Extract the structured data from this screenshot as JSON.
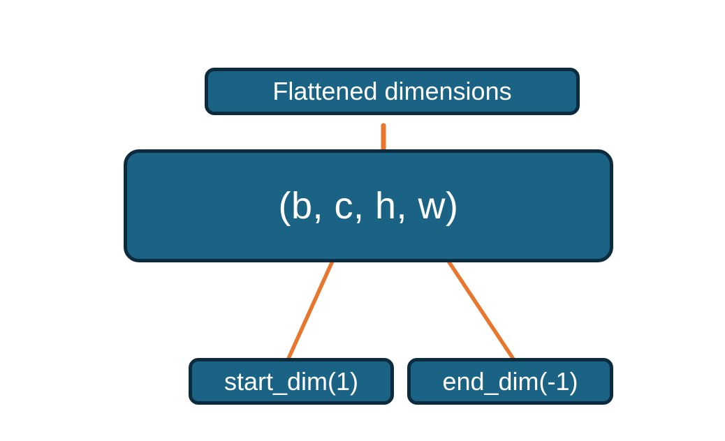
{
  "diagram": {
    "title_box": {
      "label": "Flattened dimensions"
    },
    "shape_box": {
      "label": "(b, c, h, w)"
    },
    "start_dim_box": {
      "label": "start_dim(1)"
    },
    "end_dim_box": {
      "label": "end_dim(-1)"
    },
    "connectors": {
      "brace": "curly-brace-up",
      "start_arrow": "arrow-up-right",
      "end_arrow": "arrow-up-left"
    },
    "colors": {
      "box_fill": "#1B6385",
      "box_border": "#0D2B3E",
      "box_text": "#FFFFFF",
      "accent": "#E8762C",
      "background": "#FFFFFF"
    }
  }
}
